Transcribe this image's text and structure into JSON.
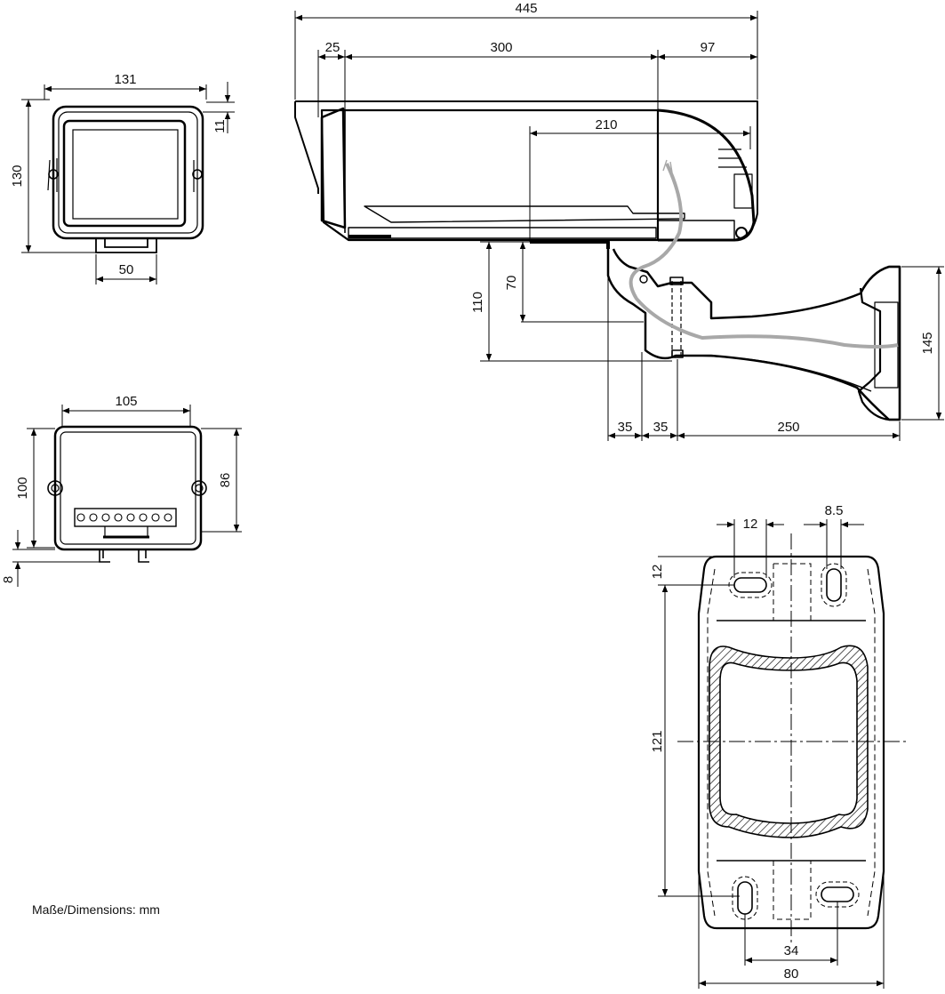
{
  "colors": {
    "line": "#000000",
    "cable": "#a8a8a8",
    "hatch": "#000000",
    "paper": "#ffffff"
  },
  "note": "Maße/Dimensions: mm",
  "front_view": {
    "width_total": "131",
    "height_total": "130",
    "top_offset": "11",
    "bracket_width": "50"
  },
  "rear_view": {
    "width": "105",
    "height_outer": "100",
    "height_inner": "86",
    "base_offset": "8"
  },
  "side_view": {
    "length_total": "445",
    "sunshield_front": "25",
    "body_length": "300",
    "rear_cap": "97",
    "inner_length": "210",
    "height_to_mount": "70",
    "height_to_base": "110",
    "base_a": "35",
    "base_b": "35",
    "arm_length": "250",
    "wall_plate_height": "145"
  },
  "mount_plate": {
    "slot_width": "12",
    "slot_hole": "8.5",
    "slot_offset": "12",
    "slot_spacing": "121",
    "slot_pitch": "34",
    "plate_width": "80"
  }
}
